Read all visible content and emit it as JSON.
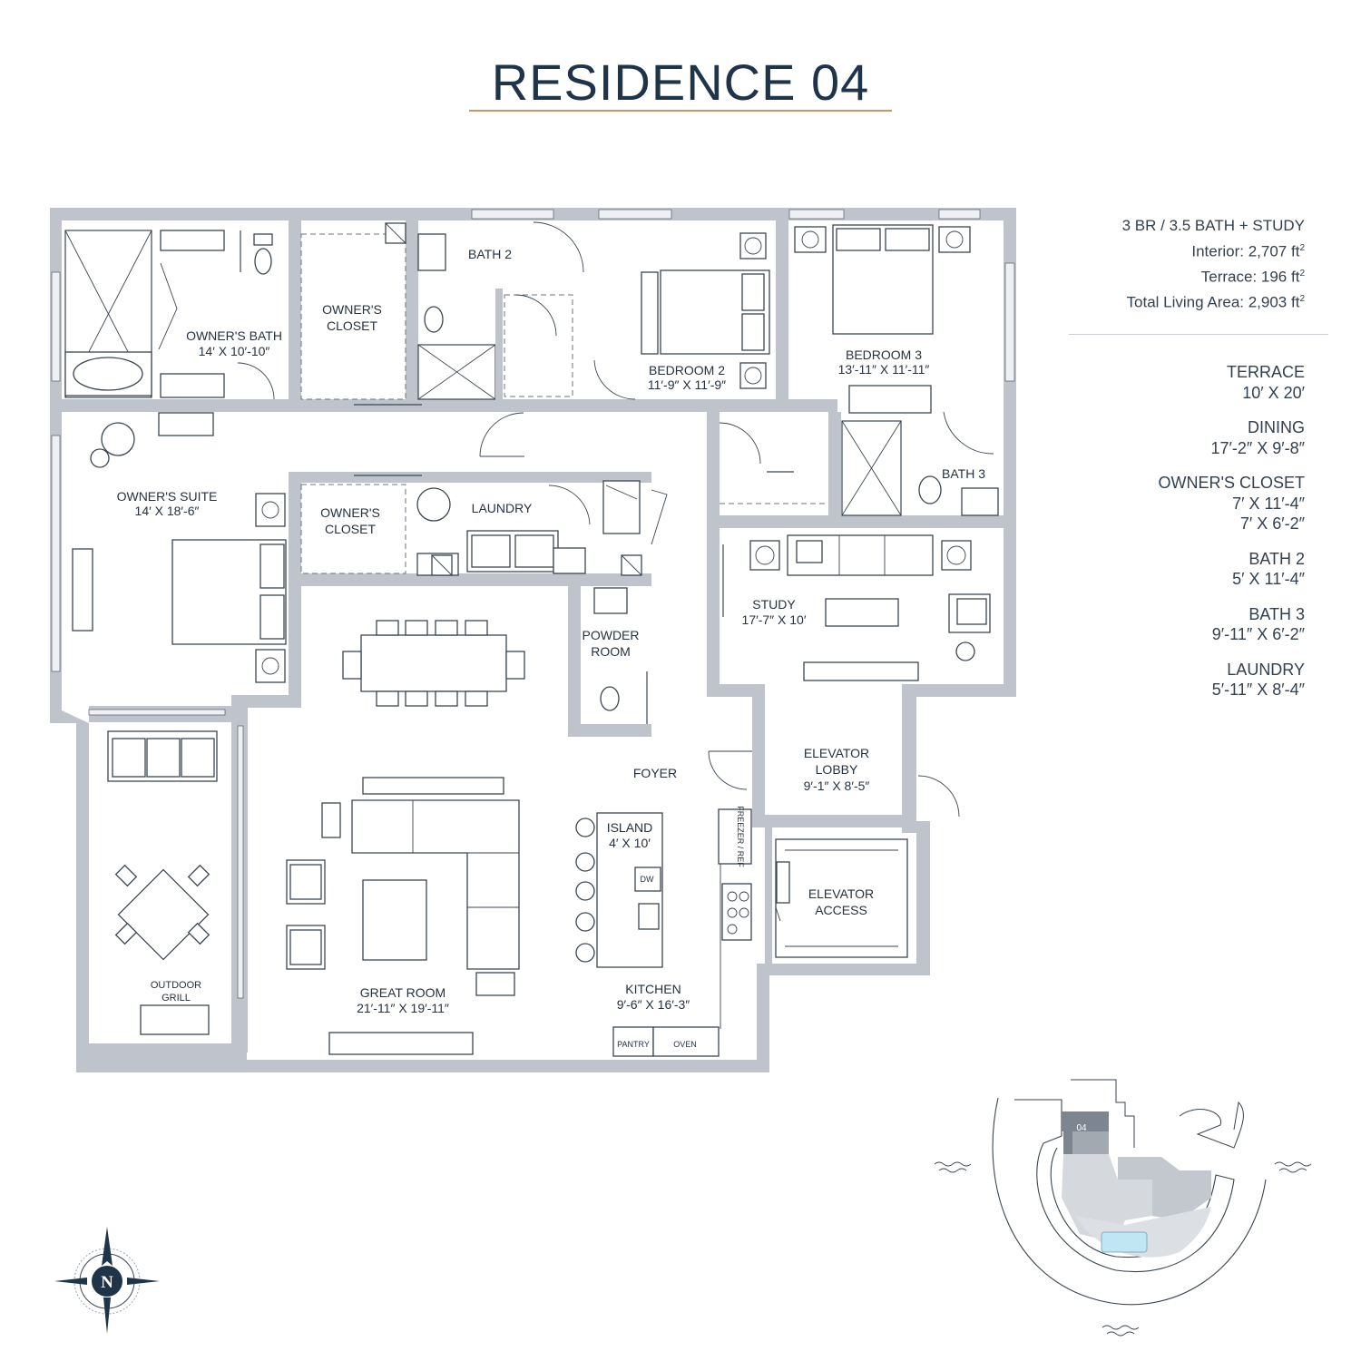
{
  "header": {
    "title": "RESIDENCE 04"
  },
  "summary": {
    "line1": "3 BR / 3.5 BATH + STUDY",
    "interior": "Interior: 2,707 ft",
    "terrace": "Terrace: 196 ft",
    "total": "Total Living Area: 2,903 ft",
    "sup": "2"
  },
  "dimensions": [
    {
      "name": "TERRACE",
      "values": [
        "10′ X 20′"
      ]
    },
    {
      "name": "DINING",
      "values": [
        "17′-2″ X 9′-8″"
      ]
    },
    {
      "name": "OWNER'S CLOSET",
      "values": [
        "7′ X 11′-4″",
        "7′ X 6′-2″"
      ]
    },
    {
      "name": "BATH 2",
      "values": [
        "5′ X 11′-4″"
      ]
    },
    {
      "name": "BATH 3",
      "values": [
        "9′-11″ X 6′-2″"
      ]
    },
    {
      "name": "LAUNDRY",
      "values": [
        "5′-11″ X 8′-4″"
      ]
    }
  ],
  "rooms": {
    "owners_bath": [
      "OWNER'S BATH",
      "14′ X 10′-10″"
    ],
    "owners_closet_top": [
      "OWNER'S",
      "CLOSET"
    ],
    "bath2": [
      "BATH 2"
    ],
    "bedroom2": [
      "BEDROOM 2",
      "11′-9″ X 11′-9″"
    ],
    "bedroom3": [
      "BEDROOM 3",
      "13′-11″ X 11′-11″"
    ],
    "bath3": [
      "BATH 3"
    ],
    "owners_suite": [
      "OWNER'S SUITE",
      "14′ X 18′-6″"
    ],
    "owners_closet_bottom": [
      "OWNER'S",
      "CLOSET"
    ],
    "laundry": [
      "LAUNDRY"
    ],
    "study": [
      "STUDY",
      "17′-7″ X 10′"
    ],
    "powder_room": [
      "POWDER",
      "ROOM"
    ],
    "foyer": [
      "FOYER"
    ],
    "elevator_lobby": [
      "ELEVATOR",
      "LOBBY",
      "9′-1″ X 8′-5″"
    ],
    "elevator_access": [
      "ELEVATOR",
      "ACCESS"
    ],
    "island": [
      "ISLAND",
      "4′ X 10′"
    ],
    "dw": [
      "DW"
    ],
    "freezer": [
      "FREEZER / REF"
    ],
    "great_room": [
      "GREAT ROOM",
      "21′-11″ X 19′-11″"
    ],
    "kitchen": [
      "KITCHEN",
      "9′-6″ X 16′-3″"
    ],
    "outdoor_grill": [
      "OUTDOOR",
      "GRILL"
    ],
    "pantry": [
      "PANTRY"
    ],
    "oven": [
      "OVEN"
    ]
  },
  "keyplan": {
    "unit": "04"
  },
  "compass": {
    "letter": "N"
  },
  "colors": {
    "accent": "#c99867",
    "title": "#1f3349",
    "wall": "#bfc4cc",
    "highlight": "#7d8590",
    "water": "#bfe6f2"
  }
}
